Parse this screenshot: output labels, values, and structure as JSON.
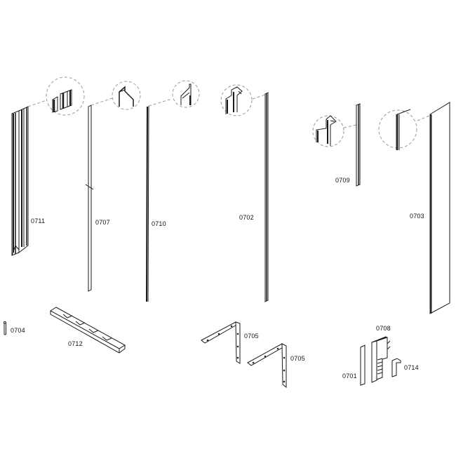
{
  "diagram": {
    "type": "exploded-parts-diagram",
    "colors": {
      "line": "#1a1a1a",
      "fill_dark": "#2a2a2a",
      "fill_mid": "#8a8a8a",
      "background": "#ffffff",
      "callout": "#9a9a9a"
    },
    "parts": [
      {
        "id": "0711",
        "label": "0711",
        "description": "wide profile with detail callout"
      },
      {
        "id": "0707",
        "label": "0707",
        "description": "thin strip with break mark and detail callout"
      },
      {
        "id": "0710",
        "label": "0710",
        "description": "thin profile with detail callout"
      },
      {
        "id": "0702",
        "label": "0702",
        "description": "profile with detail callout"
      },
      {
        "id": "0709",
        "label": "0709",
        "description": "short profile with detail callout"
      },
      {
        "id": "0703",
        "label": "0703",
        "description": "panel with edge profile and detail callout"
      },
      {
        "id": "0704",
        "label": "0704",
        "description": "pin"
      },
      {
        "id": "0712",
        "label": "0712",
        "description": "notched rail"
      },
      {
        "id": "0705a",
        "label": "0705",
        "description": "angle bracket"
      },
      {
        "id": "0705b",
        "label": "0705",
        "description": "angle bracket"
      },
      {
        "id": "0708",
        "label": "0708",
        "description": "hinge/latch assembly"
      },
      {
        "id": "0701",
        "label": "0701",
        "description": "short strip"
      },
      {
        "id": "0714",
        "label": "0714",
        "description": "small catch"
      }
    ]
  }
}
